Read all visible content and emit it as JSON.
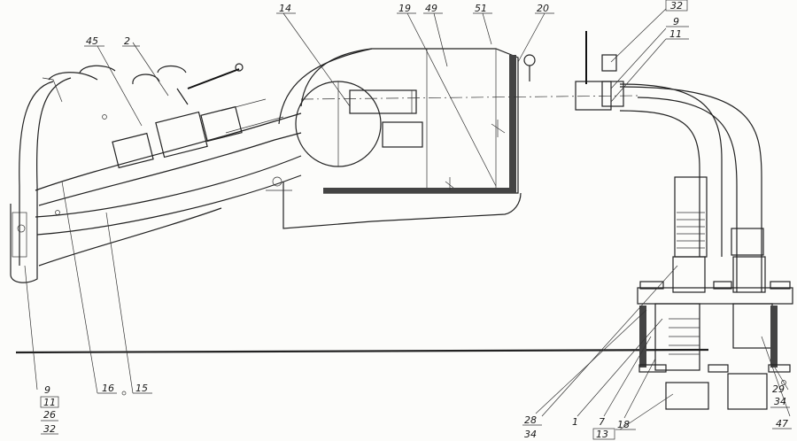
{
  "callouts": {
    "c2": "2",
    "c45": "45",
    "c14": "14",
    "c19": "19",
    "c49": "49",
    "c51": "51",
    "c20": "20",
    "c32top": "32",
    "c9top": "9",
    "c11top": "11",
    "c16": "16",
    "c15": "15",
    "c28": "28",
    "c34a": "34",
    "c1": "1",
    "c7": "7",
    "c13": "13",
    "c18": "18",
    "c29": "29",
    "c34b": "34",
    "c47": "47"
  },
  "stack_left": [
    "9",
    "11",
    "26",
    "32"
  ],
  "colors": {
    "ink": "#222222",
    "paper": "#fcfcfa"
  }
}
